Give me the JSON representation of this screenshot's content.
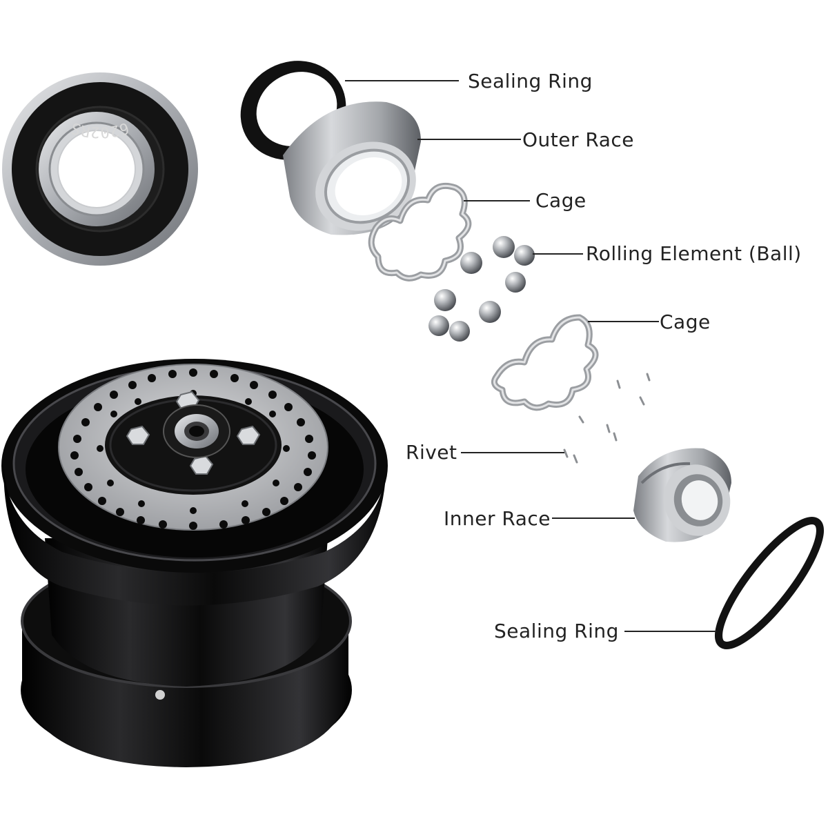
{
  "bearing_marking": "6202RS",
  "labels": {
    "sealing_ring_top": "Sealing Ring",
    "outer_race": "Outer Race",
    "cage_top": "Cage",
    "rolling_element": "Rolling Element (Ball)",
    "cage_bottom": "Cage",
    "rivet": "Rivet",
    "inner_race": "Inner Race",
    "sealing_ring_bottom": "Sealing Ring"
  },
  "colors": {
    "background": "#ffffff",
    "label_text": "#222222",
    "leader_line": "#222222",
    "rubber_black": "#121212",
    "steel": "#b9bcc0",
    "wheel_black": "#0b0b0b"
  }
}
